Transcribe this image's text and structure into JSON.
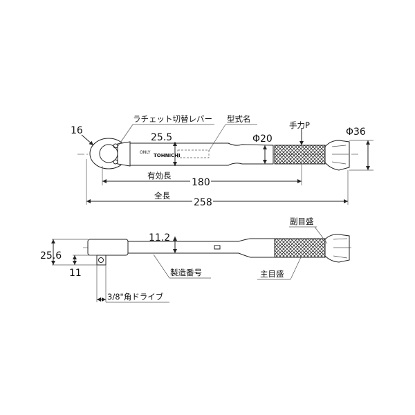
{
  "title": "Torque wrench dimension drawing",
  "top_view": {
    "dim_head": "16",
    "dim_width": "25.5",
    "dim_grip": "Φ20",
    "dim_cap": "Φ36",
    "dim_effective": "180",
    "dim_total": "258",
    "label_ratchet_lever": "ラチェット切替レバー",
    "label_model_name": "型式名",
    "label_hand_force": "手力P",
    "label_effective_length": "有効長",
    "label_total_length": "全長",
    "logo_text": "TOHNICHI",
    "marking": "ONLY"
  },
  "side_view": {
    "dim_head_height": "25.6",
    "dim_drive_height": "11",
    "dim_shaft": "11.2",
    "label_sub_scale": "副目盛",
    "label_main_scale": "主目盛",
    "label_serial": "製造番号",
    "label_drive": "3/8\"角ドライブ"
  }
}
